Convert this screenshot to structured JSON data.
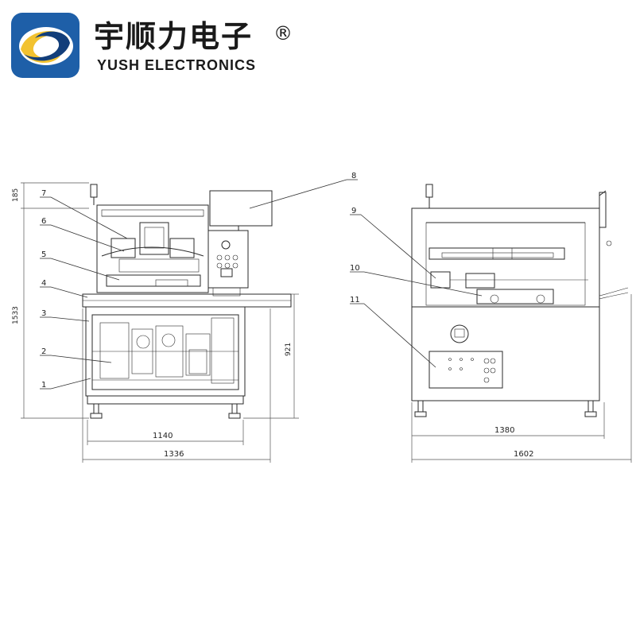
{
  "brand": {
    "name_cn": "宇顺力电子",
    "registered": "®",
    "name_en": "YUSH ELECTRONICS",
    "colors": {
      "primary": "#1e5fa8",
      "secondary": "#f2c230",
      "dark": "#123e7a"
    }
  },
  "diagram": {
    "callouts": [
      "1",
      "2",
      "3",
      "4",
      "5",
      "6",
      "7",
      "8",
      "9",
      "10",
      "11"
    ],
    "dimensions": {
      "front_height_top": "185",
      "front_height_total": "1533",
      "front_table_height": "921",
      "front_base_width": "1140",
      "front_total_width": "1336",
      "side_base_width": "1380",
      "side_total_width": "1602"
    }
  }
}
